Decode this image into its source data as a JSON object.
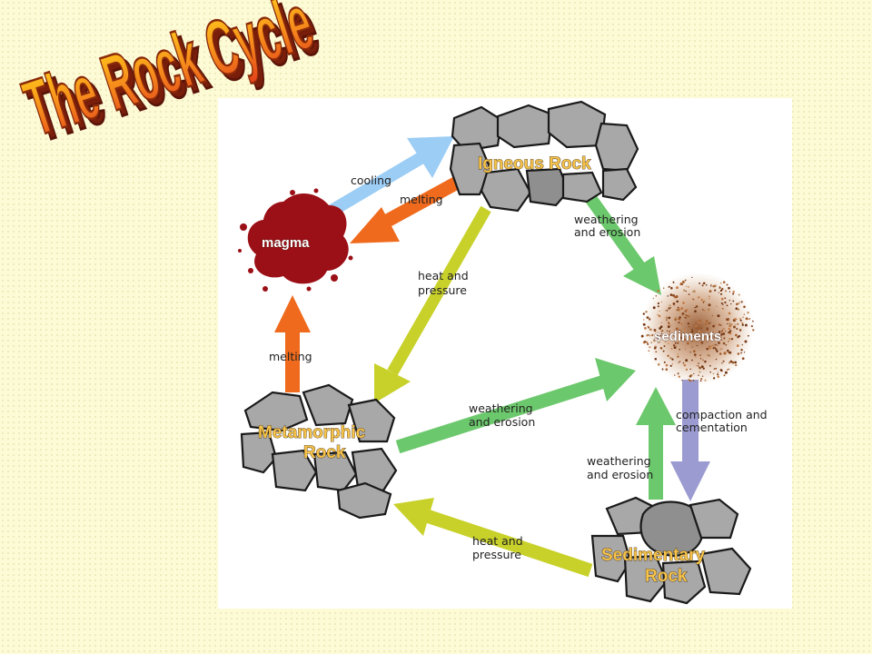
{
  "slide": {
    "title": "The Rock Cycle"
  },
  "nodes": {
    "igneous": "Igneous Rock",
    "magma": "magma",
    "sediments": "sediments",
    "metamorphic_line1": "Metamorphic",
    "metamorphic_line2": "Rock",
    "sedimentary_line1": "Sedimentary",
    "sedimentary_line2": "Rock"
  },
  "labels": {
    "cooling": "cooling",
    "melting_top": "melting",
    "melting_left": "melting",
    "weathering_top_1": "weathering",
    "weathering_top_2": "and erosion",
    "heat_top_1": "heat and",
    "heat_top_2": "pressure",
    "weathering_mid_1": "weathering",
    "weathering_mid_2": "and erosion",
    "compaction_1": "compaction and",
    "compaction_2": "cementation",
    "weathering_low_1": "weathering",
    "weathering_low_2": "and erosion",
    "heat_bottom_1": "heat and",
    "heat_bottom_2": "pressure"
  },
  "colors": {
    "cooling_arrow": "#9ccdf5",
    "melting_arrow": "#ef6a1c",
    "weathering_arrow": "#6cc86c",
    "heat_pressure_arrow": "#c8d12a",
    "compaction_arrow": "#9b9bd2",
    "magma": "#9b0f16",
    "title_fill": "#f7a21d"
  }
}
